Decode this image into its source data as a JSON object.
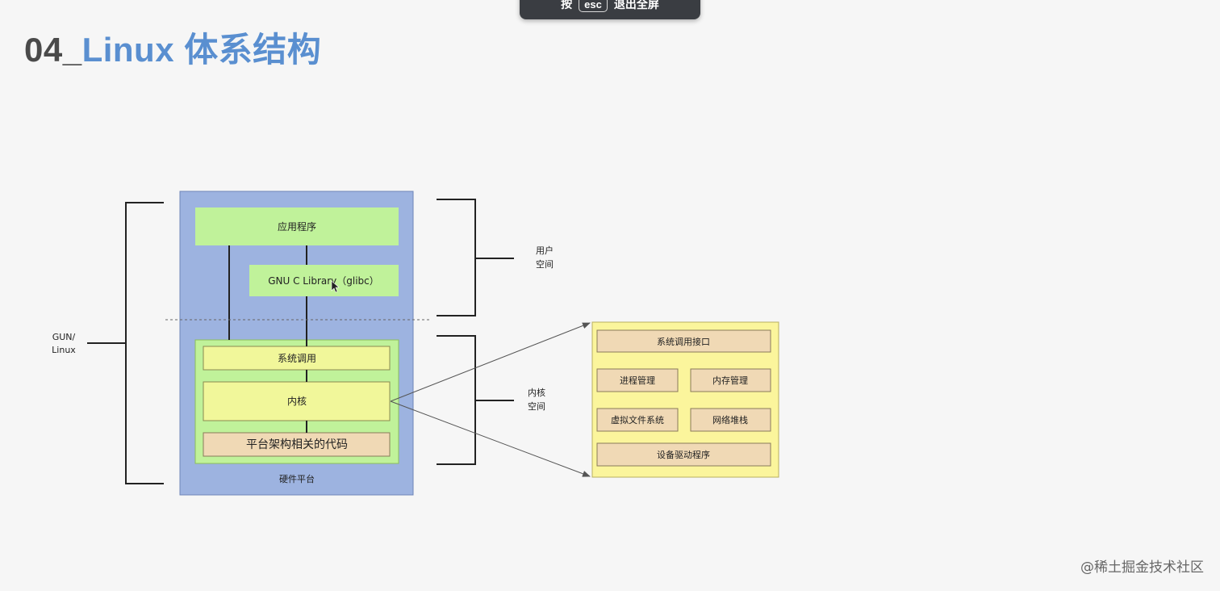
{
  "fullscreen_hint": {
    "press": "按",
    "key": "esc",
    "action": "退出全屏"
  },
  "title": {
    "number": "04_",
    "text": "Linux 体系结构"
  },
  "diagram": {
    "app": "应用程序",
    "glibc": "GNU C Library（glibc）",
    "syscall": "系统调用",
    "kernel": "内核",
    "arch_code": "平台架构相关的代码",
    "hardware": "硬件平台",
    "gnu_linux": [
      "GUN/",
      "Linux"
    ],
    "user_space": [
      "用户",
      "空间"
    ],
    "kernel_space": [
      "内核",
      "空间"
    ],
    "kernel_detail": {
      "syscall_interface": "系统调用接口",
      "process_mgmt": "进程管理",
      "memory_mgmt": "内存管理",
      "vfs": "虚拟文件系统",
      "network_stack": "网络堆栈",
      "device_drivers": "设备驱动程序"
    }
  },
  "colors": {
    "hardware_bg": "#9db3e0",
    "green_box": "#c0f29a",
    "kernel_bg": "#f1f79a",
    "detail_bg": "#fbf59c",
    "tan_box": "#f0d9b5"
  },
  "watermark": "@稀土掘金技术社区"
}
